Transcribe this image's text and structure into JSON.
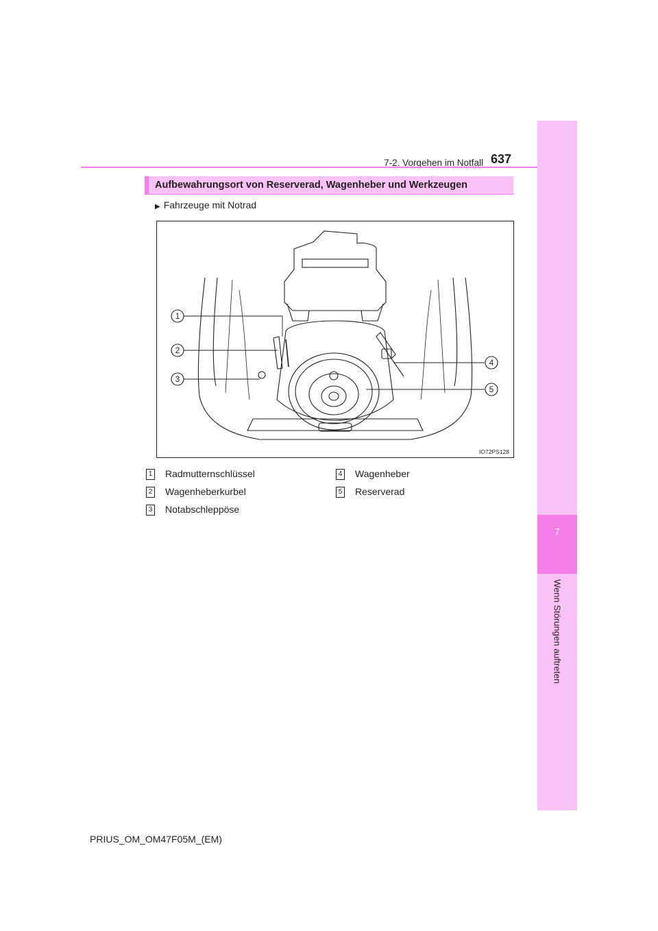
{
  "header": {
    "section": "7-2. Vorgehen im Notfall",
    "page_number": "637"
  },
  "side_tab": {
    "chapter_number": "7",
    "chapter_title": "Wenn Störungen auftreten",
    "colors": {
      "light": "#fbc2f7",
      "active": "#f57ee9"
    }
  },
  "heading": "Aufbewahrungsort von Reserverad, Wagenheber und Werkzeugen",
  "bullet": "Fahrzeuge mit Notrad",
  "figure": {
    "code": "IO72PS128",
    "callouts": [
      "1",
      "2",
      "3",
      "4",
      "5"
    ]
  },
  "legend": [
    {
      "num": "1",
      "label": "Radmutternschlüssel"
    },
    {
      "num": "2",
      "label": "Wagenheberkurbel"
    },
    {
      "num": "3",
      "label": "Notabschleppöse"
    },
    {
      "num": "4",
      "label": "Wagenheber"
    },
    {
      "num": "5",
      "label": "Reserverad"
    }
  ],
  "footer": "PRIUS_OM_OM47F05M_(EM)"
}
